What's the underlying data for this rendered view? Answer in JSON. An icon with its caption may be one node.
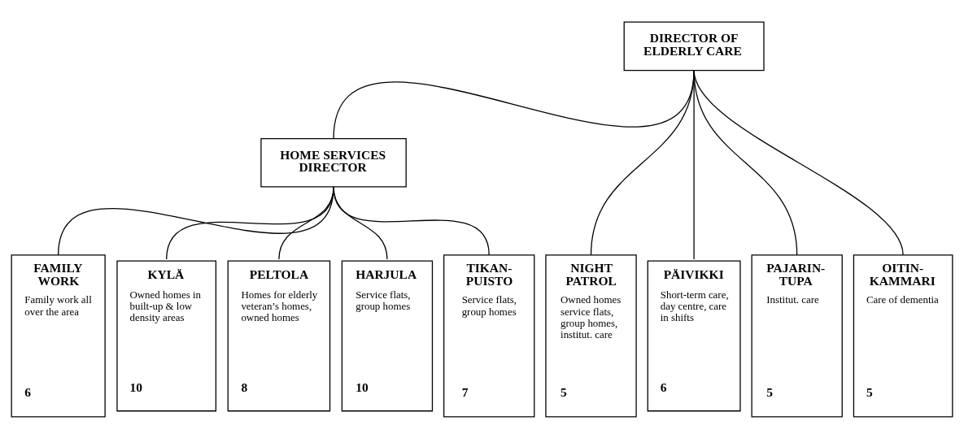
{
  "diagram": {
    "nodes": [
      {
        "text": [
          "DIRECTOR OF ELDERLY CARE"
        ]
      },
      {
        "text": [
          "HOME SERVICES DIRECTOR"
        ]
      },
      {
        "text": [
          "FAMILY WORK",
          "Family work all over the area",
          "6"
        ]
      },
      {
        "text": [
          "KYLÄ",
          "Owned homes in built-up & low density areas",
          "10"
        ]
      },
      {
        "text": [
          "PELTOLA",
          "Homes for elderly veteran’s homes, owned homes",
          "8"
        ]
      },
      {
        "text": [
          "HARJULA",
          "Service flats, group homes",
          "10"
        ]
      },
      {
        "text": [
          "TIKAN- PUISTO",
          "Service flats, group homes",
          "7"
        ]
      },
      {
        "text": [
          "NIGHT PATROL",
          "Owned homes service flats, group homes, institut. care",
          "5"
        ]
      },
      {
        "text": [
          "PÄIVIKKI",
          "Short-term care, day centre, care in shifts",
          "6"
        ]
      },
      {
        "text": [
          "PAJARIN- TUPA",
          "Institut. care",
          "5"
        ]
      },
      {
        "text": [
          "OITIN- KAMMARI",
          "Care of dementia",
          "5"
        ]
      }
    ],
    "edges": [
      {
        "from": 0,
        "to": 1,
        "arrow": "none"
      },
      {
        "from": 0,
        "to": 7,
        "arrow": "none"
      },
      {
        "from": 0,
        "to": 8,
        "arrow": "none"
      },
      {
        "from": 0,
        "to": 9,
        "arrow": "none"
      },
      {
        "from": 0,
        "to": 10,
        "arrow": "none"
      },
      {
        "from": 1,
        "to": 2,
        "arrow": "none"
      },
      {
        "from": 1,
        "to": 3,
        "arrow": "none"
      },
      {
        "from": 1,
        "to": 4,
        "arrow": "none"
      },
      {
        "from": 1,
        "to": 5,
        "arrow": "none"
      },
      {
        "from": 1,
        "to": 6,
        "arrow": "none"
      }
    ]
  }
}
